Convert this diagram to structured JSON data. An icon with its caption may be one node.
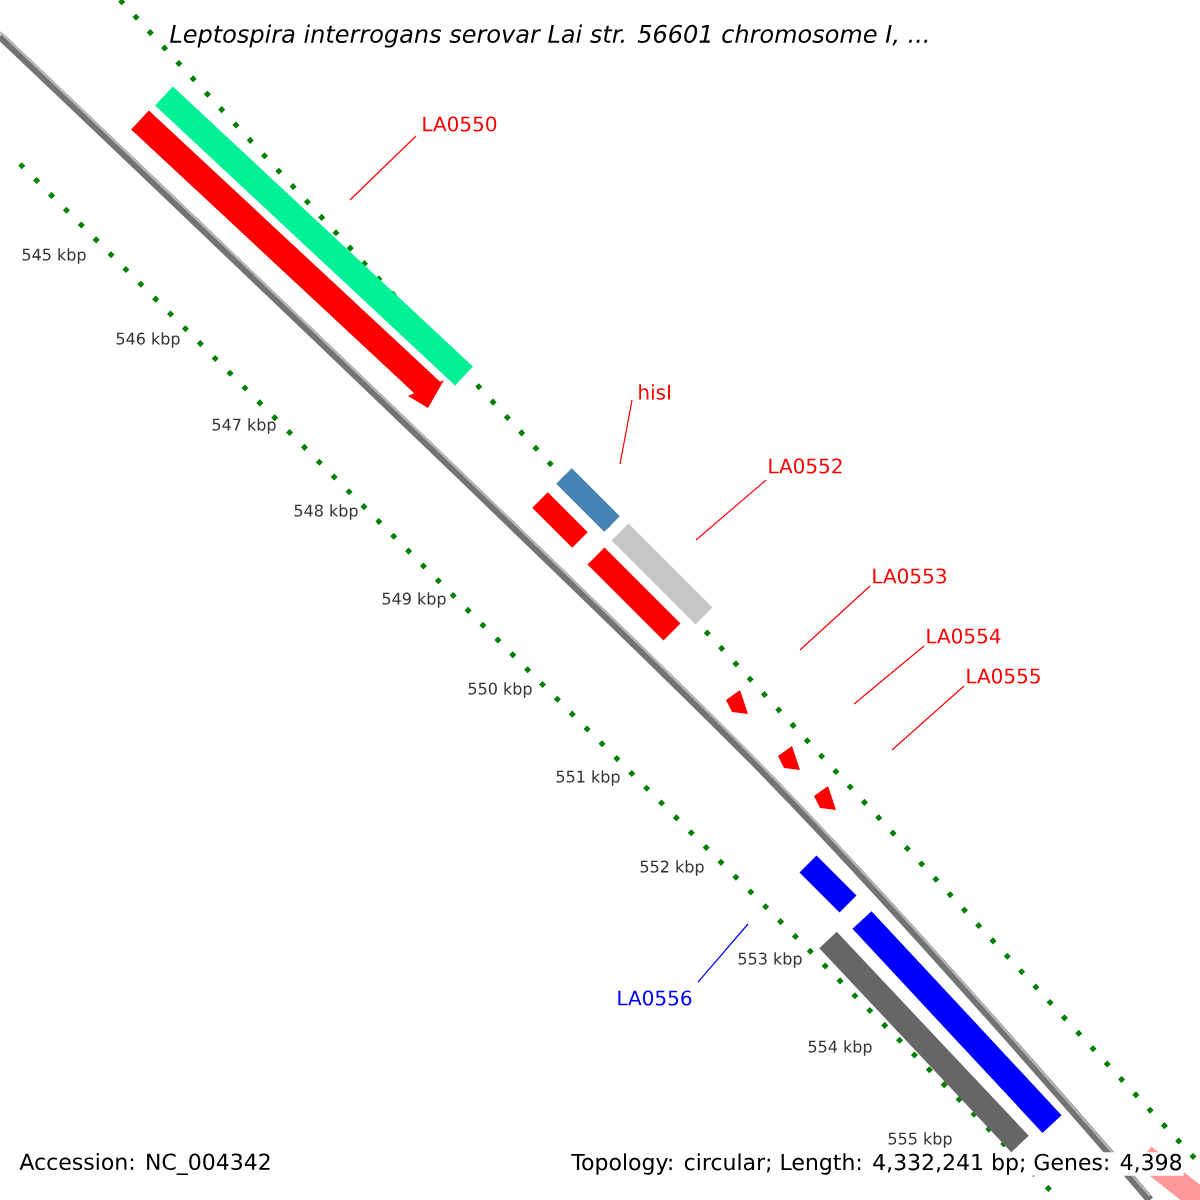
{
  "diagram": {
    "title": "Leptospira interrogans serovar Lai str. 56601 chromosome I, ...",
    "nodes": [
      {
        "text": [
          "LA0550"
        ]
      },
      {
        "text": [
          "hisI"
        ]
      },
      {
        "text": [
          "LA0552"
        ]
      },
      {
        "text": [
          "LA0553"
        ]
      },
      {
        "text": [
          "LA0554"
        ]
      },
      {
        "text": [
          "LA0555"
        ]
      },
      {
        "text": [
          "LA0556"
        ]
      }
    ],
    "edges": [
      {
        "from": 0,
        "to": null,
        "arrow": "none"
      },
      {
        "from": 1,
        "to": null,
        "arrow": "none"
      },
      {
        "from": 2,
        "to": null,
        "arrow": "none"
      },
      {
        "from": 3,
        "to": null,
        "arrow": "none"
      },
      {
        "from": 4,
        "to": null,
        "arrow": "none"
      },
      {
        "from": 5,
        "to": null,
        "arrow": "none"
      },
      {
        "from": 6,
        "to": null,
        "arrow": "none",
        "color": "#0000ff"
      }
    ],
    "labels": [
      "545 kbp",
      "546 kbp",
      "547 kbp",
      "548 kbp",
      "549 kbp",
      "550 kbp",
      "551 kbp",
      "552 kbp",
      "553 kbp",
      "554 kbp",
      "555 kbp",
      "Accession: NC_004342",
      "Topology: circular; Length: 4,332,241 bp; Genes: 4,398"
    ]
  }
}
